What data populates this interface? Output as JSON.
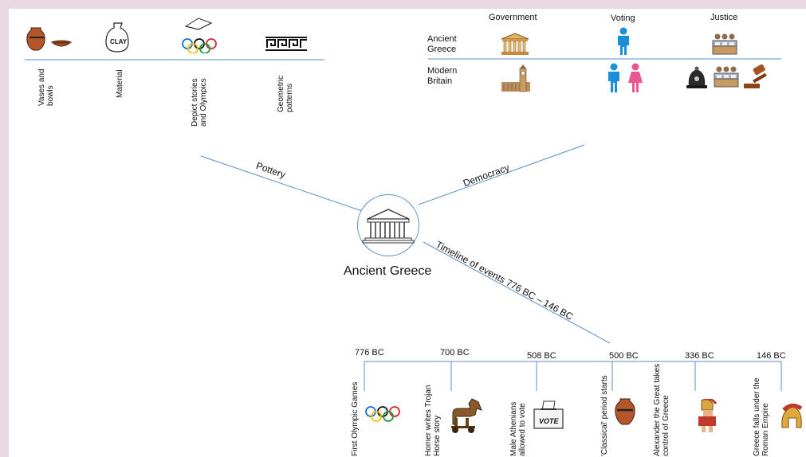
{
  "center": {
    "title": "Ancient Greece",
    "icon": "temple-icon"
  },
  "branches": {
    "pottery": "Pottery",
    "democracy": "Democracy",
    "timeline": "Timeline of events 776 BC – 146 BC"
  },
  "pottery_items": [
    {
      "label": "Vases and bowls",
      "icon": "vase-icon"
    },
    {
      "label": "Material",
      "icon": "clay-bag-icon",
      "icon_text": "CLAY"
    },
    {
      "label": "Depict stories and Olympics",
      "icon": "olympic-rings-icon"
    },
    {
      "label": "Geometric patterns",
      "icon": "greek-key-pattern-icon"
    }
  ],
  "democracy": {
    "columns": [
      "Government",
      "Voting",
      "Justice"
    ],
    "rows": [
      {
        "label": "Ancient Greece",
        "icons": [
          "parthenon-icon",
          "man-voter-icon",
          "jury-icon"
        ]
      },
      {
        "label": "Modern Britain",
        "icons": [
          "big-ben-icon",
          "man-and-woman-voters-icon",
          "police-helmet-icon",
          "jury-icon",
          "gavel-icon"
        ]
      }
    ]
  },
  "timeline": [
    {
      "date": "776 BC",
      "event": "First Olympic Games",
      "icon": "olympic-rings-icon"
    },
    {
      "date": "700 BC",
      "event": "Homer writes Trojan Horse story",
      "icon": "trojan-horse-icon"
    },
    {
      "date": "508 BC",
      "event": "Male Athenians allowed to vote",
      "icon": "ballot-box-icon",
      "icon_text": "VOTE"
    },
    {
      "date": "500 BC",
      "event": "'Classical' period starts",
      "icon": "vase-icon"
    },
    {
      "date": "336 BC",
      "event": "Alexander the Great takes control of Greece",
      "icon": "spartan-warrior-icon"
    },
    {
      "date": "146 BC",
      "event": "Greece falls under the Roman Empire",
      "icon": "roman-helmet-icon"
    }
  ],
  "colors": {
    "line": "#5a8fc4",
    "frame": "#ead9e3",
    "accent": "#1a8fd8",
    "female": "#e8558f",
    "pottery": "#b5562a",
    "gold": "#d9a441"
  }
}
